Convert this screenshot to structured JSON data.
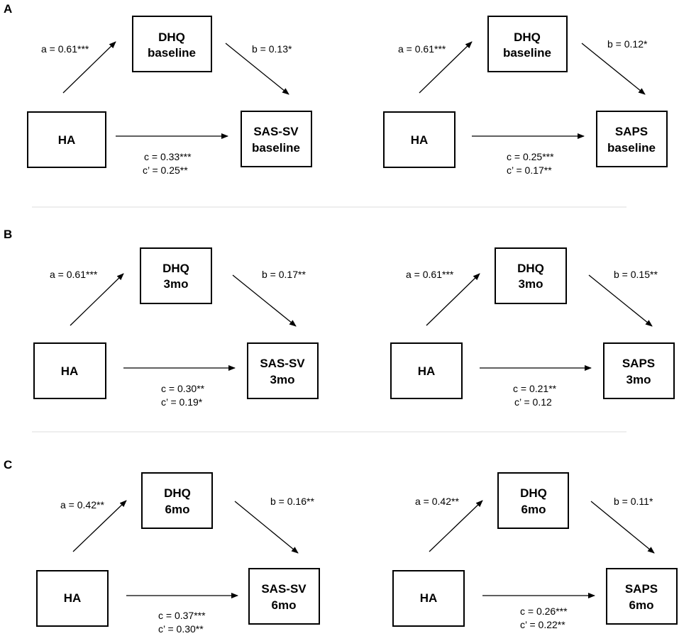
{
  "panels": [
    {
      "label": "A",
      "models": [
        {
          "x_label": "HA",
          "m_label": [
            "DHQ",
            "baseline"
          ],
          "y_label": [
            "SAS-SV",
            "baseline"
          ],
          "a": "a = 0.61***",
          "b": "b = 0.13*",
          "c": "c = 0.33***",
          "c_prime": "c’ = 0.25**"
        },
        {
          "x_label": "HA",
          "m_label": [
            "DHQ",
            "baseline"
          ],
          "y_label": [
            "SAPS",
            "baseline"
          ],
          "a": "a = 0.61***",
          "b": "b = 0.12*",
          "c": "c = 0.25***",
          "c_prime": "c’ = 0.17**"
        }
      ]
    },
    {
      "label": "B",
      "models": [
        {
          "x_label": "HA",
          "m_label": [
            "DHQ",
            "3mo"
          ],
          "y_label": [
            "SAS-SV",
            "3mo"
          ],
          "a": "a = 0.61***",
          "b": "b = 0.17**",
          "c": "c = 0.30**",
          "c_prime": "c’ = 0.19*"
        },
        {
          "x_label": "HA",
          "m_label": [
            "DHQ",
            "3mo"
          ],
          "y_label": [
            "SAPS",
            "3mo"
          ],
          "a": "a = 0.61***",
          "b": "b = 0.15**",
          "c": "c = 0.21**",
          "c_prime": "c’ = 0.12"
        }
      ]
    },
    {
      "label": "C",
      "models": [
        {
          "x_label": "HA",
          "m_label": [
            "DHQ",
            "6mo"
          ],
          "y_label": [
            "SAS-SV",
            "6mo"
          ],
          "a": "a = 0.42**",
          "b": "b = 0.16**",
          "c": "c = 0.37***",
          "c_prime": "c’ = 0.30**"
        },
        {
          "x_label": "HA",
          "m_label": [
            "DHQ",
            "6mo"
          ],
          "y_label": [
            "SAPS",
            "6mo"
          ],
          "a": "a = 0.42**",
          "b": "b = 0.11*",
          "c": "c = 0.26***",
          "c_prime": "c’ = 0.22**"
        }
      ]
    }
  ]
}
